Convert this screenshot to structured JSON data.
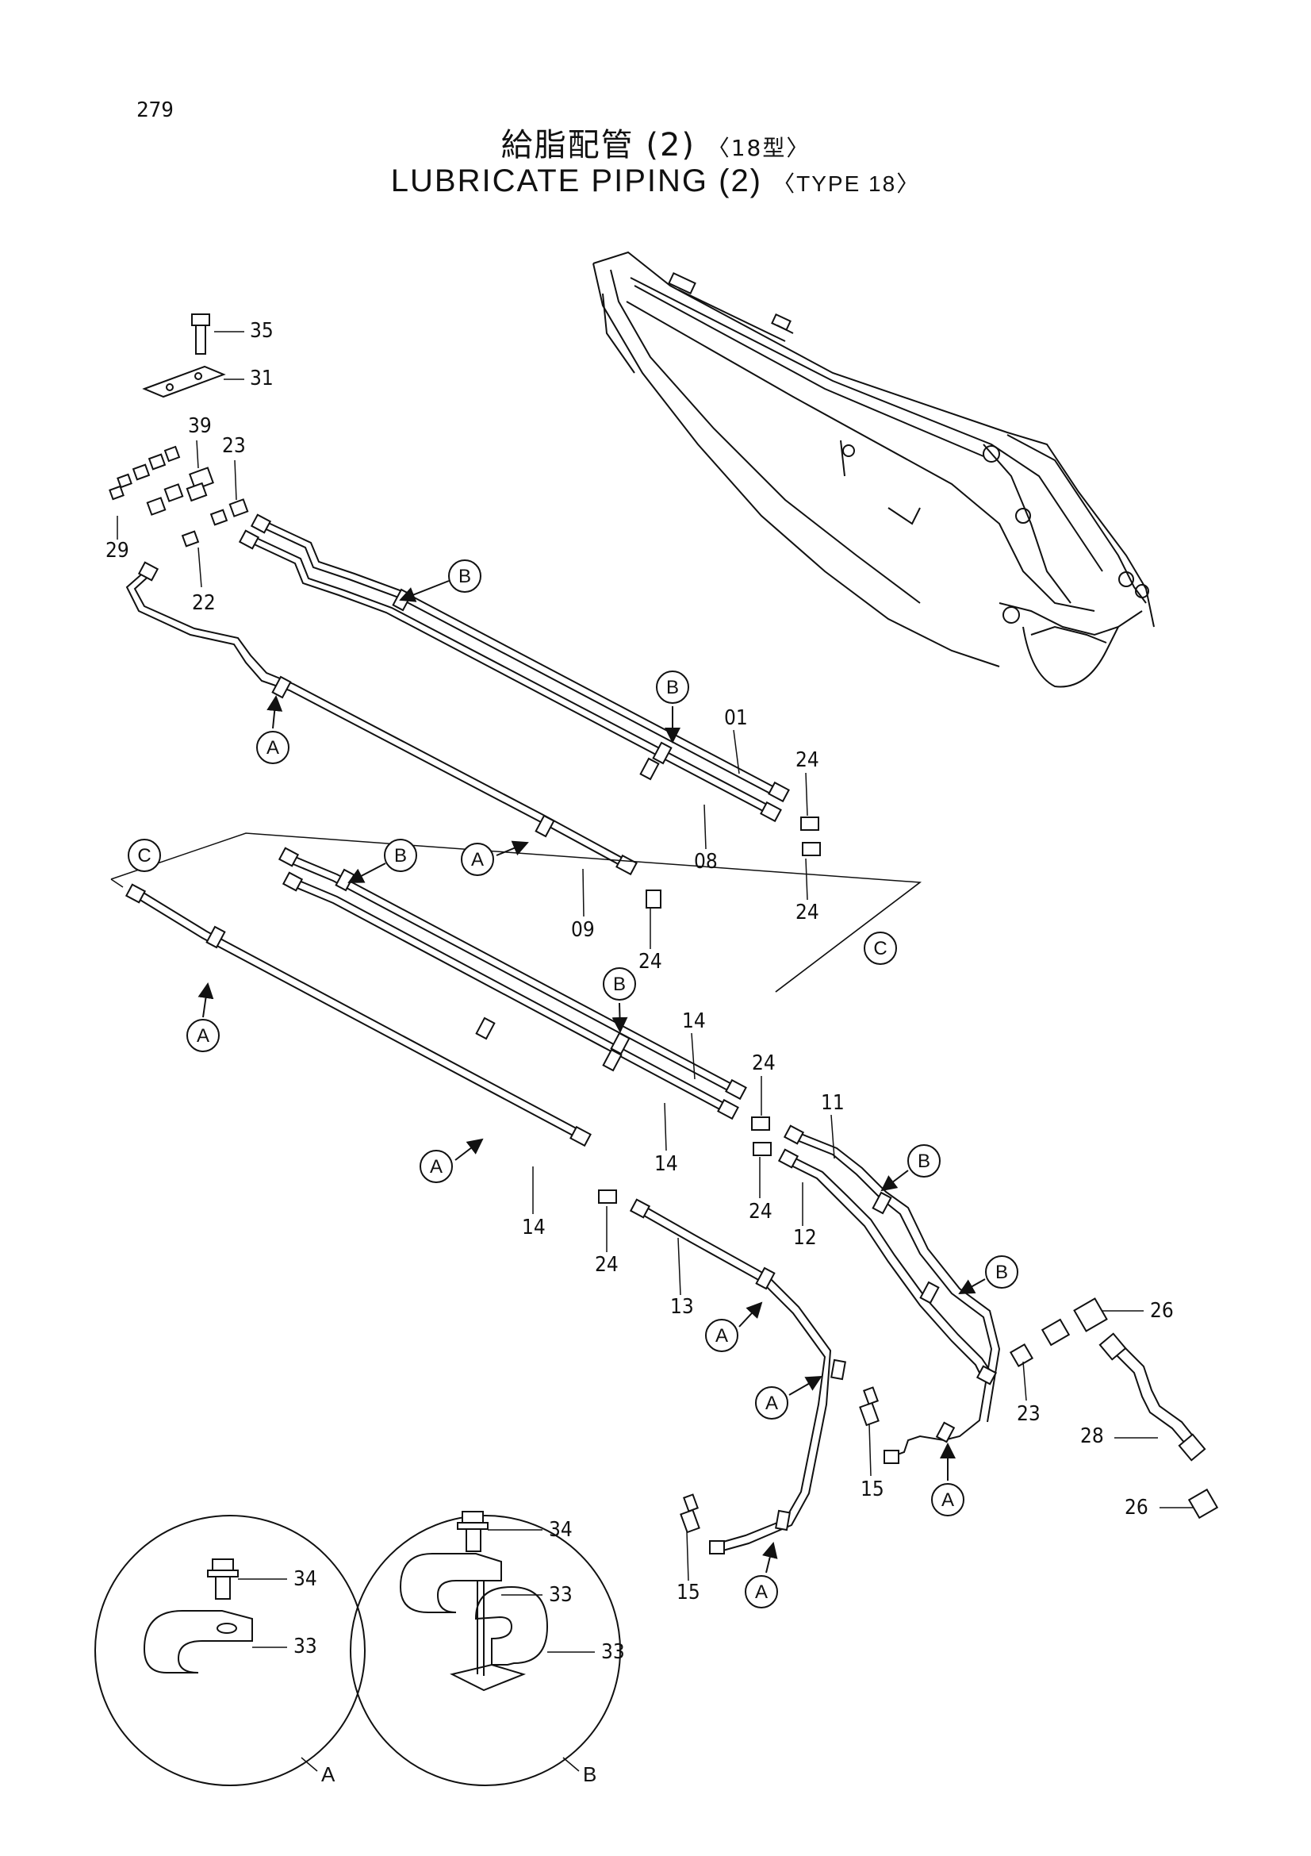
{
  "page": {
    "number": "279"
  },
  "title": {
    "jp_main": "給脂配管 (2)",
    "jp_type": "〈18型〉",
    "en_main": "LUBRICATE PIPING (2)",
    "en_type": "〈TYPE 18〉"
  },
  "parts": [
    {
      "id": "p35",
      "label": "35"
    },
    {
      "id": "p31",
      "label": "31"
    },
    {
      "id": "p39",
      "label": "39"
    },
    {
      "id": "p23a",
      "label": "23"
    },
    {
      "id": "p29",
      "label": "29"
    },
    {
      "id": "p22",
      "label": "22"
    },
    {
      "id": "p01",
      "label": "01"
    },
    {
      "id": "p24a",
      "label": "24"
    },
    {
      "id": "p08",
      "label": "08"
    },
    {
      "id": "p24b",
      "label": "24"
    },
    {
      "id": "p09",
      "label": "09"
    },
    {
      "id": "p24c",
      "label": "24"
    },
    {
      "id": "p14a",
      "label": "14"
    },
    {
      "id": "p14b",
      "label": "14"
    },
    {
      "id": "p24d",
      "label": "24"
    },
    {
      "id": "p24e",
      "label": "24"
    },
    {
      "id": "p11",
      "label": "11"
    },
    {
      "id": "p12",
      "label": "12"
    },
    {
      "id": "p14c",
      "label": "14"
    },
    {
      "id": "p24f",
      "label": "24"
    },
    {
      "id": "p13",
      "label": "13"
    },
    {
      "id": "p26a",
      "label": "26"
    },
    {
      "id": "p23b",
      "label": "23"
    },
    {
      "id": "p28",
      "label": "28"
    },
    {
      "id": "p26b",
      "label": "26"
    },
    {
      "id": "p15a",
      "label": "15"
    },
    {
      "id": "p15b",
      "label": "15"
    },
    {
      "id": "p34a",
      "label": "34"
    },
    {
      "id": "p33a",
      "label": "33"
    },
    {
      "id": "p34b",
      "label": "34"
    },
    {
      "id": "p33b",
      "label": "33"
    },
    {
      "id": "p33c",
      "label": "33"
    }
  ],
  "refs": [
    {
      "id": "rB1",
      "letter": "B"
    },
    {
      "id": "rA1",
      "letter": "A"
    },
    {
      "id": "rB2",
      "letter": "B"
    },
    {
      "id": "rC1",
      "letter": "C"
    },
    {
      "id": "rB3",
      "letter": "B"
    },
    {
      "id": "rA2",
      "letter": "A"
    },
    {
      "id": "rC2",
      "letter": "C"
    },
    {
      "id": "rA3",
      "letter": "A"
    },
    {
      "id": "rB4",
      "letter": "B"
    },
    {
      "id": "rA4",
      "letter": "A"
    },
    {
      "id": "rB5",
      "letter": "B"
    },
    {
      "id": "rB6",
      "letter": "B"
    },
    {
      "id": "rA5",
      "letter": "A"
    },
    {
      "id": "rA6",
      "letter": "A"
    },
    {
      "id": "rA7",
      "letter": "A"
    },
    {
      "id": "rA8",
      "letter": "A"
    }
  ],
  "details": [
    {
      "id": "detA",
      "caption": "A"
    },
    {
      "id": "detB",
      "caption": "B"
    }
  ]
}
